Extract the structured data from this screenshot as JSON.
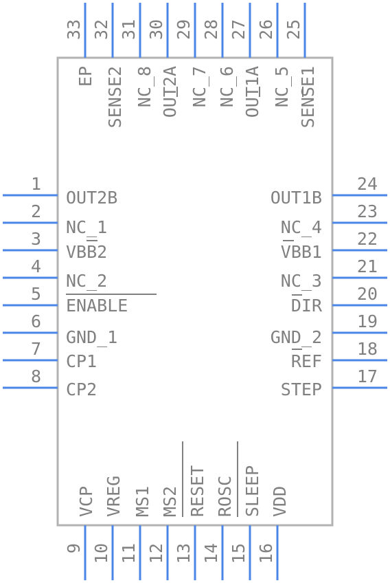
{
  "pins": [
    {
      "num": "1",
      "label": "OUT2B"
    },
    {
      "num": "2",
      "label": "NC_1"
    },
    {
      "num": "3",
      "label": "VBB2"
    },
    {
      "num": "4",
      "label": "NC_2"
    },
    {
      "num": "5",
      "label": "ENABLE"
    },
    {
      "num": "6",
      "label": "GND_1"
    },
    {
      "num": "7",
      "label": "CP1"
    },
    {
      "num": "8",
      "label": "CP2"
    },
    {
      "num": "9",
      "label": "VCP"
    },
    {
      "num": "10",
      "label": "VREG"
    },
    {
      "num": "11",
      "label": "MS1"
    },
    {
      "num": "12",
      "label": "MS2"
    },
    {
      "num": "13",
      "label": "RESET"
    },
    {
      "num": "14",
      "label": "ROSC"
    },
    {
      "num": "15",
      "label": "SLEEP"
    },
    {
      "num": "16",
      "label": "VDD"
    },
    {
      "num": "17",
      "label": "STEP"
    },
    {
      "num": "18",
      "label": "REF"
    },
    {
      "num": "19",
      "label": "GND_2"
    },
    {
      "num": "20",
      "label": "DIR"
    },
    {
      "num": "21",
      "label": "NC_3"
    },
    {
      "num": "22",
      "label": "VBB1"
    },
    {
      "num": "23",
      "label": "NC_4"
    },
    {
      "num": "24",
      "label": "OUT1B"
    },
    {
      "num": "25",
      "label": "SENSE1"
    },
    {
      "num": "26",
      "label": "NC_5"
    },
    {
      "num": "27",
      "label": "OUT1A"
    },
    {
      "num": "28",
      "label": "NC_6"
    },
    {
      "num": "29",
      "label": "NC_7"
    },
    {
      "num": "30",
      "label": "OUT2A"
    },
    {
      "num": "31",
      "label": "NC_8"
    },
    {
      "num": "32",
      "label": "SENSE2"
    },
    {
      "num": "33",
      "label": "EP"
    }
  ]
}
